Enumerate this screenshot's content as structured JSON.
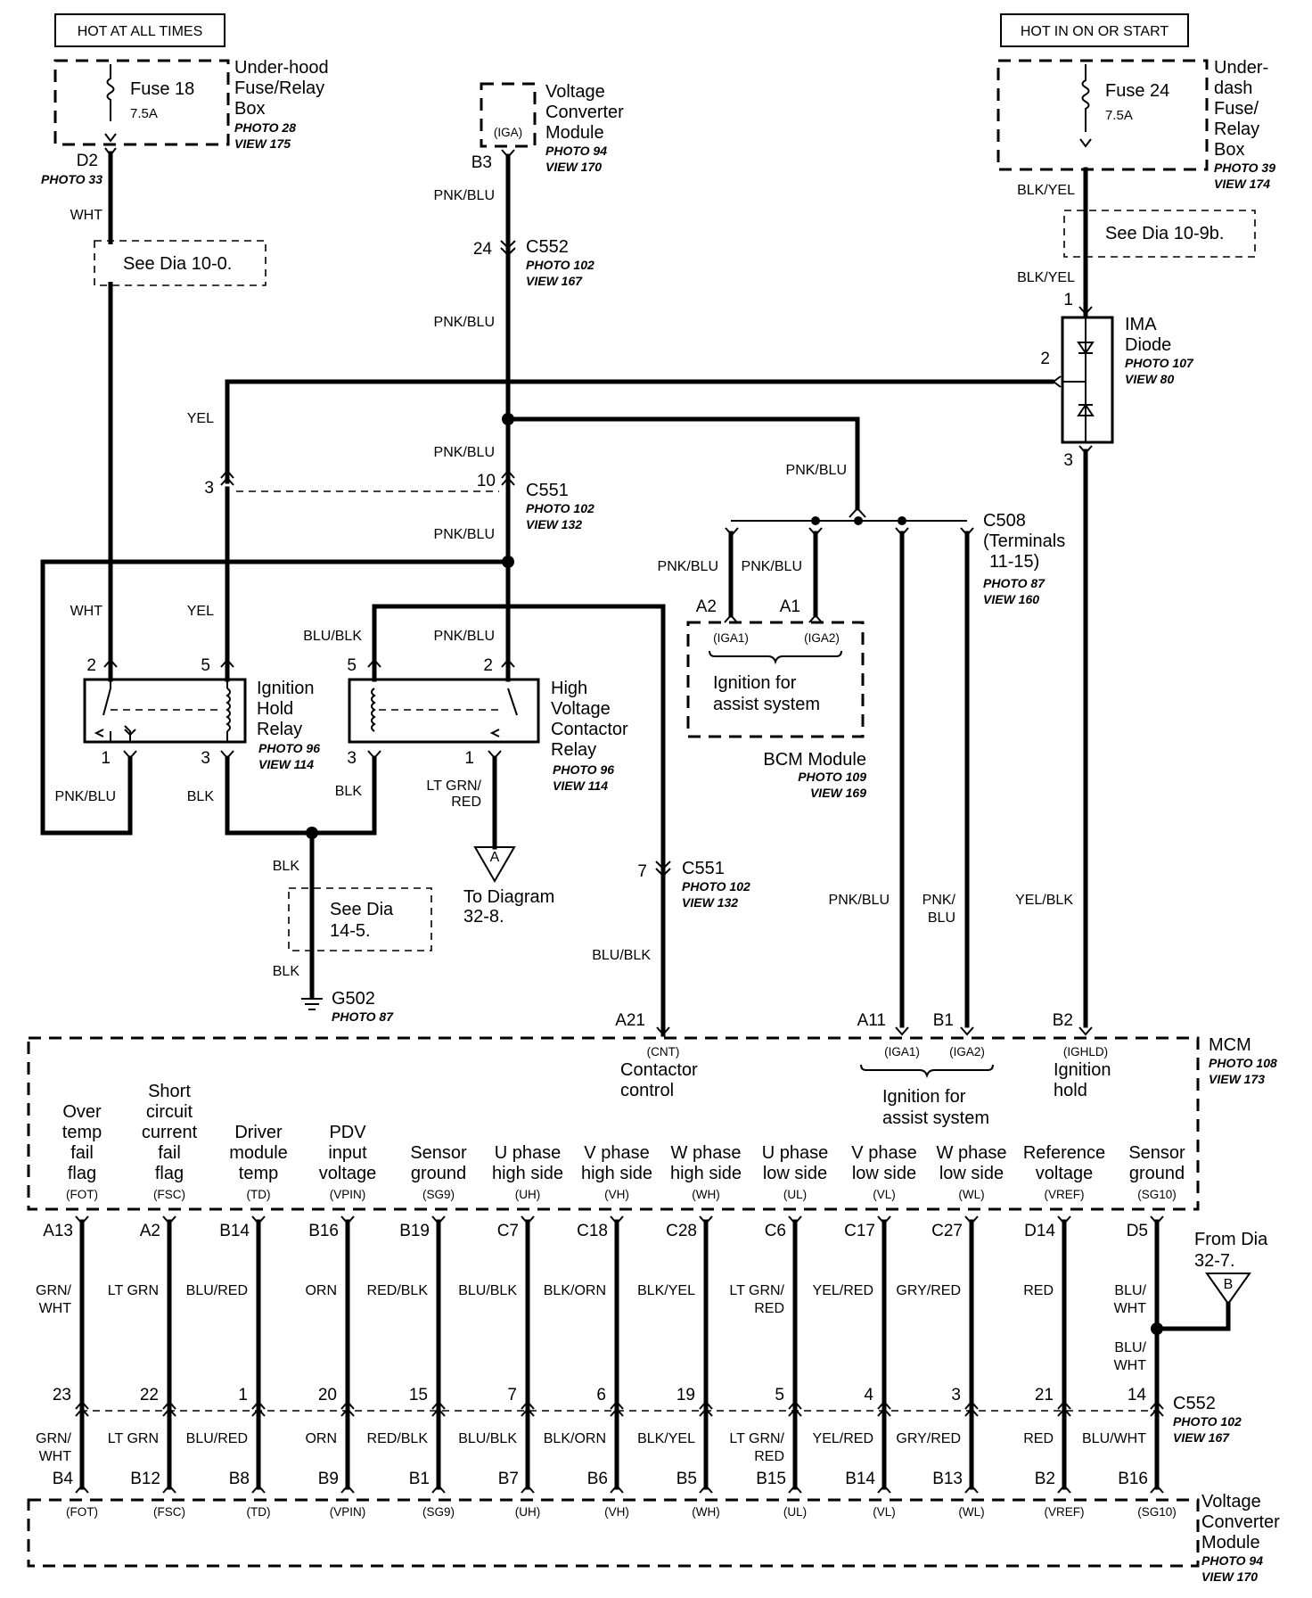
{
  "sources": {
    "left_header": "HOT AT ALL TIMES",
    "right_header": "HOT IN ON OR START",
    "fuse18": {
      "name": "Fuse 18",
      "rating": "7.5A",
      "box": [
        "Under-hood",
        "Fuse/Relay",
        "Box"
      ],
      "photo": "PHOTO 28",
      "view": "VIEW 175",
      "pin": "D2",
      "pin_photo": "PHOTO 33"
    },
    "fuse24": {
      "name": "Fuse 24",
      "rating": "7.5A",
      "box": [
        "Under-",
        "dash",
        "Fuse/",
        "Relay",
        "Box"
      ],
      "photo": "PHOTO 39",
      "view": "VIEW 174"
    },
    "vcm_top": {
      "pin_label": "(IGA)",
      "name": [
        "Voltage",
        "Converter",
        "Module"
      ],
      "photo": "PHOTO 94",
      "view": "VIEW 170",
      "pin": "B3"
    }
  },
  "wires": {
    "wht": "WHT",
    "yel": "YEL",
    "pnk_blu": "PNK/BLU",
    "blk_yel": "BLK/YEL",
    "blk": "BLK",
    "blu_blk": "BLU/BLK",
    "lt_grn_red": [
      "LT GRN/",
      "RED"
    ],
    "yel_blk": "YEL/BLK",
    "pnk_blu_split": [
      "PNK/",
      "BLU"
    ]
  },
  "refs": {
    "dia_10_0": "See Dia 10-0.",
    "dia_10_9b": "See Dia 10-9b.",
    "dia_14_5": [
      "See Dia",
      "14-5."
    ],
    "to_diagram": [
      "To Diagram",
      "32-8."
    ],
    "from_dia": [
      "From Dia",
      "32-7."
    ],
    "offpage_a": "A",
    "offpage_b": "B"
  },
  "connectors": {
    "c552": {
      "name": "C552",
      "photo": "PHOTO 102",
      "view": "VIEW 167",
      "pin_top": "24"
    },
    "c551": {
      "name": "C551",
      "photo": "PHOTO 102",
      "view": "VIEW 132",
      "pin_a": "10",
      "pin_b": "3",
      "pin_c": "7"
    },
    "c508": {
      "name": "C508",
      "terminals": [
        "(Terminals",
        "11-15)"
      ],
      "photo": "PHOTO 87",
      "view": "VIEW 160"
    },
    "c552_bottom": {
      "name": "C552",
      "photo": "PHOTO 102",
      "view": "VIEW 167"
    }
  },
  "ima_diode": {
    "name": [
      "IMA",
      "Diode"
    ],
    "photo": "PHOTO 107",
    "view": "VIEW 80",
    "pins": [
      "1",
      "2",
      "3"
    ]
  },
  "ignition_hold_relay": {
    "name": [
      "Ignition",
      "Hold",
      "Relay"
    ],
    "photo": "PHOTO 96",
    "view": "VIEW 114",
    "pins": [
      "2",
      "5",
      "1",
      "3"
    ]
  },
  "hv_contactor_relay": {
    "name": [
      "High",
      "Voltage",
      "Contactor",
      "Relay"
    ],
    "photo": "PHOTO 96",
    "view": "VIEW 114",
    "pins": [
      "5",
      "2",
      "3",
      "1"
    ]
  },
  "bcm": {
    "name": "BCM Module",
    "photo": "PHOTO 109",
    "view": "VIEW 169",
    "pins": [
      "A2",
      "A1"
    ],
    "sig": [
      "(IGA1)",
      "(IGA2)"
    ],
    "desc": [
      "Ignition for",
      "assist system"
    ]
  },
  "ground": {
    "name": "G502",
    "photo": "PHOTO 87"
  },
  "mcm": {
    "name": "MCM",
    "photo": "PHOTO 108",
    "view": "VIEW 173",
    "top_pins": [
      "A21",
      "A11",
      "B1",
      "B2"
    ],
    "cnt": "(CNT)",
    "cnt_desc": [
      "Contactor",
      "control"
    ],
    "iga1": "(IGA1)",
    "iga2": "(IGA2)",
    "iga_desc": [
      "Ignition for",
      "assist system"
    ],
    "ighld": "(IGHLD)",
    "ighld_desc": [
      "Ignition",
      "hold"
    ]
  },
  "vcm_bottom": {
    "name": [
      "Voltage",
      "Converter",
      "Module"
    ],
    "photo": "PHOTO 94",
    "view": "VIEW 170"
  },
  "signals": [
    {
      "desc": [
        "Over",
        "temp",
        "fail",
        "flag"
      ],
      "sig": "(FOT)",
      "mcm_pin": "A13",
      "wire_top": [
        "GRN/",
        "WHT"
      ],
      "c552": "23",
      "wire_bot": [
        "GRN/",
        "WHT"
      ],
      "vcm_pin": "B4"
    },
    {
      "desc": [
        "Short",
        "circuit",
        "current",
        "fail",
        "flag"
      ],
      "sig": "(FSC)",
      "mcm_pin": "A2",
      "wire_top": [
        "LT GRN"
      ],
      "c552": "22",
      "wire_bot": [
        "LT GRN"
      ],
      "vcm_pin": "B12"
    },
    {
      "desc": [
        "Driver",
        "module",
        "temp"
      ],
      "sig": "(TD)",
      "mcm_pin": "B14",
      "wire_top": [
        "BLU/RED"
      ],
      "c552": "1",
      "wire_bot": [
        "BLU/RED"
      ],
      "vcm_pin": "B8"
    },
    {
      "desc": [
        "PDV",
        "input",
        "voltage"
      ],
      "sig": "(VPIN)",
      "mcm_pin": "B16",
      "wire_top": [
        "ORN"
      ],
      "c552": "20",
      "wire_bot": [
        "ORN"
      ],
      "vcm_pin": "B9"
    },
    {
      "desc": [
        "Sensor",
        "ground"
      ],
      "sig": "(SG9)",
      "mcm_pin": "B19",
      "wire_top": [
        "RED/BLK"
      ],
      "c552": "15",
      "wire_bot": [
        "RED/BLK"
      ],
      "vcm_pin": "B1"
    },
    {
      "desc": [
        "U phase",
        "high side"
      ],
      "sig": "(UH)",
      "mcm_pin": "C7",
      "wire_top": [
        "BLU/BLK"
      ],
      "c552": "7",
      "wire_bot": [
        "BLU/BLK"
      ],
      "vcm_pin": "B7"
    },
    {
      "desc": [
        "V phase",
        "high side"
      ],
      "sig": "(VH)",
      "mcm_pin": "C18",
      "wire_top": [
        "BLK/ORN"
      ],
      "c552": "6",
      "wire_bot": [
        "BLK/ORN"
      ],
      "vcm_pin": "B6"
    },
    {
      "desc": [
        "W phase",
        "high side"
      ],
      "sig": "(WH)",
      "mcm_pin": "C28",
      "wire_top": [
        "BLK/YEL"
      ],
      "c552": "19",
      "wire_bot": [
        "BLK/YEL"
      ],
      "vcm_pin": "B5"
    },
    {
      "desc": [
        "U phase",
        "low side"
      ],
      "sig": "(UL)",
      "mcm_pin": "C6",
      "wire_top": [
        "LT GRN/",
        "RED"
      ],
      "c552": "5",
      "wire_bot": [
        "LT GRN/",
        "RED"
      ],
      "vcm_pin": "B15"
    },
    {
      "desc": [
        "V phase",
        "low side"
      ],
      "sig": "(VL)",
      "mcm_pin": "C17",
      "wire_top": [
        "YEL/RED"
      ],
      "c552": "4",
      "wire_bot": [
        "YEL/RED"
      ],
      "vcm_pin": "B14"
    },
    {
      "desc": [
        "W phase",
        "low side"
      ],
      "sig": "(WL)",
      "mcm_pin": "C27",
      "wire_top": [
        "GRY/RED"
      ],
      "c552": "3",
      "wire_bot": [
        "GRY/RED"
      ],
      "vcm_pin": "B13"
    },
    {
      "desc": [
        "Reference",
        "voltage"
      ],
      "sig": "(VREF)",
      "mcm_pin": "D14",
      "wire_top": [
        "RED"
      ],
      "c552": "21",
      "wire_bot": [
        "RED"
      ],
      "vcm_pin": "B2"
    },
    {
      "desc": [
        "Sensor",
        "ground"
      ],
      "sig": "(SG10)",
      "mcm_pin": "D5",
      "wire_top": [
        "BLU/",
        "WHT"
      ],
      "wire_mid": [
        "BLU/",
        "WHT"
      ],
      "c552": "14",
      "wire_bot": [
        "BLU/WHT"
      ],
      "vcm_pin": "B16"
    }
  ]
}
